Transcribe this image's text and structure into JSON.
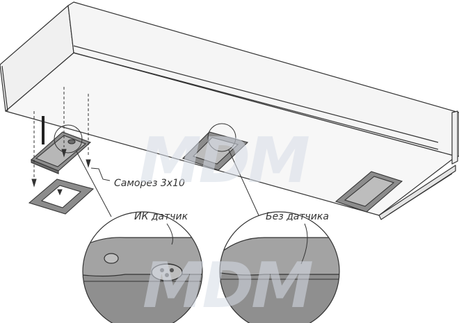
{
  "labels": {
    "screw": "Саморез 3x10",
    "ir_sensor": "ИК датчик",
    "no_sensor": "Без датчика"
  },
  "watermark": {
    "text": "MDM"
  },
  "colors": {
    "outline": "#333333",
    "cabinet_face": "#f2f2f2",
    "cabinet_underside": "#f7f7f7",
    "pad_fill": "#8c8c8c",
    "pad_dark": "#6b6b6b",
    "detail_fill": "#8f8f8f",
    "watermark": "#d7dde7"
  }
}
